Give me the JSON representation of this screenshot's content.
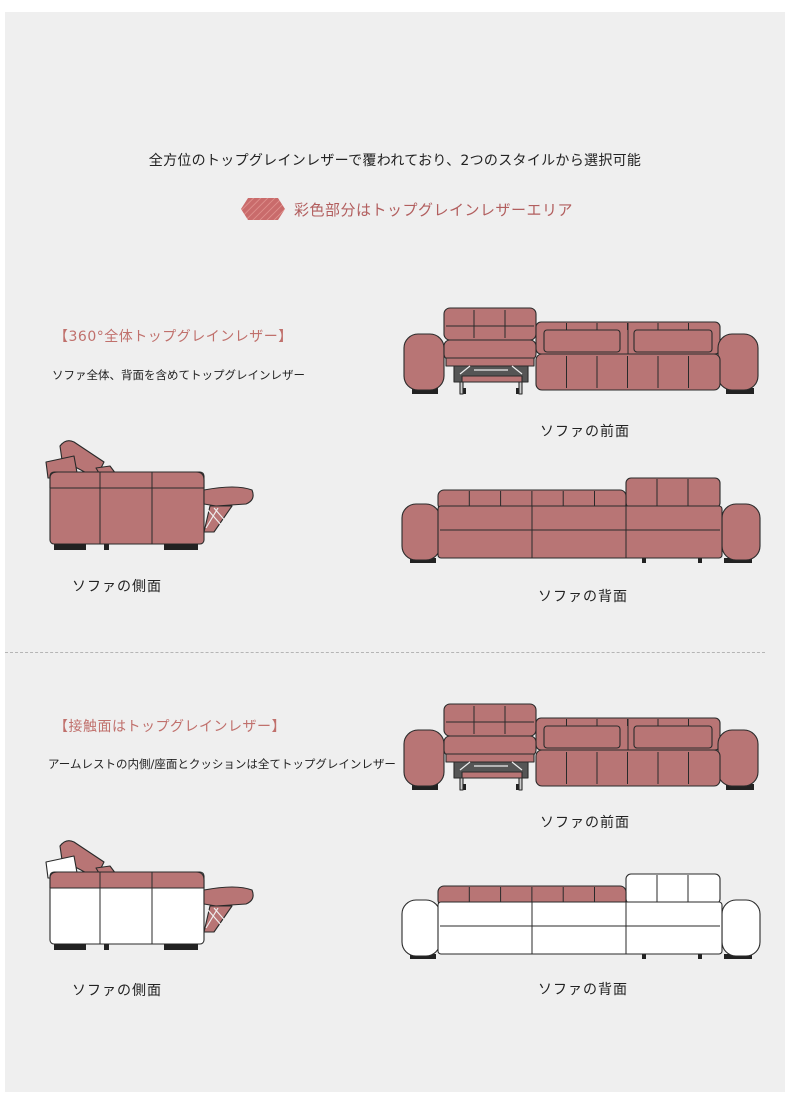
{
  "headline": "全方位のトップグレインレザーで覆われており、2つのスタイルから選択可能",
  "legend": {
    "label": "彩色部分はトップグレインレザーエリア",
    "swatch_color": "#c96b6b"
  },
  "colors": {
    "leather": "#b87575",
    "fabric": "#ffffff",
    "outline": "#2a2a2a",
    "accent_text": "#c0706c"
  },
  "sections": [
    {
      "title": "【360°全体トップグレインレザー】",
      "description": "ソファ全体、背面を含めてトップグレインレザー",
      "captions": {
        "front": "ソファの前面",
        "side": "ソファの側面",
        "back": "ソファの背面"
      }
    },
    {
      "title": "【接触面はトップグレインレザー】",
      "description": "アームレストの内側/座面とクッションは全てトップグレインレザー",
      "captions": {
        "front": "ソファの前面",
        "side": "ソファの側面",
        "back": "ソファの背面"
      }
    }
  ]
}
